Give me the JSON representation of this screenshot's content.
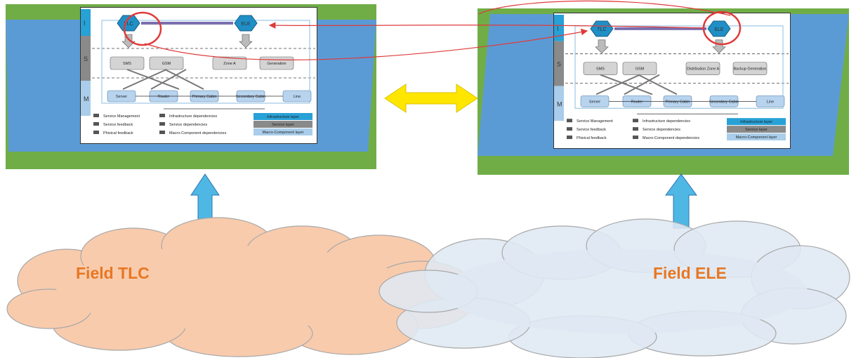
{
  "colors": {
    "green": "#70ad47",
    "blue_parallelogram": "#5b9bd5",
    "arrow_blue": "#4fb7e3",
    "double_arrow": "#ffe600",
    "cloud_left": "#f8cbad",
    "cloud_right": "#dfe8f3",
    "cloud_overlap": "#dccbc3",
    "highlight_red": "#e03a3a",
    "label_orange": "#e87722"
  },
  "diagram": {
    "layers": [
      "I",
      "S",
      "M"
    ],
    "infra_nodes": [
      "TLC",
      "ELE"
    ],
    "service_nodes_left": [
      "SMS",
      "GSM",
      "Zone A",
      "Generation"
    ],
    "service_nodes_right": [
      "SMS",
      "GSM",
      "Distribution Zone A",
      "Backup Generation"
    ],
    "macro_nodes": [
      "Server",
      "Router",
      "Primary Cabin",
      "Secondary Cabin",
      "Line"
    ],
    "legend": {
      "items": [
        "Service Management",
        "Infrastructure dependencies",
        "Service feedback",
        "Service dependencies",
        "Phisical feedback",
        "Macro-Component dependencies"
      ],
      "layers": [
        "Infrastructure layer",
        "Service layer",
        "Macro-Component layer"
      ]
    }
  },
  "clouds": {
    "left_label": "Field TLC",
    "right_label": "Field ELE"
  }
}
